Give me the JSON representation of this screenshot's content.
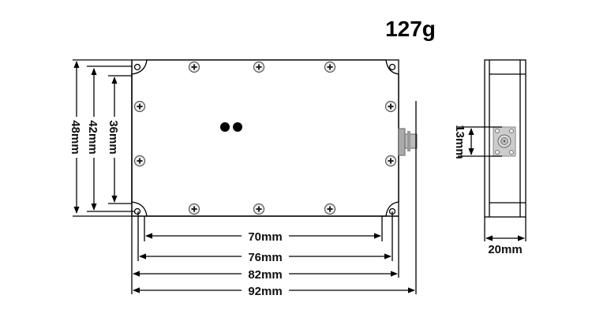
{
  "weight": "127g",
  "front_view": {
    "height_labels": [
      "48mm",
      "42mm",
      "36mm"
    ],
    "width_labels": [
      "70mm",
      "76mm",
      "82mm",
      "92mm"
    ]
  },
  "side_view": {
    "connector_label": "13mm",
    "depth_label": "20mm"
  }
}
